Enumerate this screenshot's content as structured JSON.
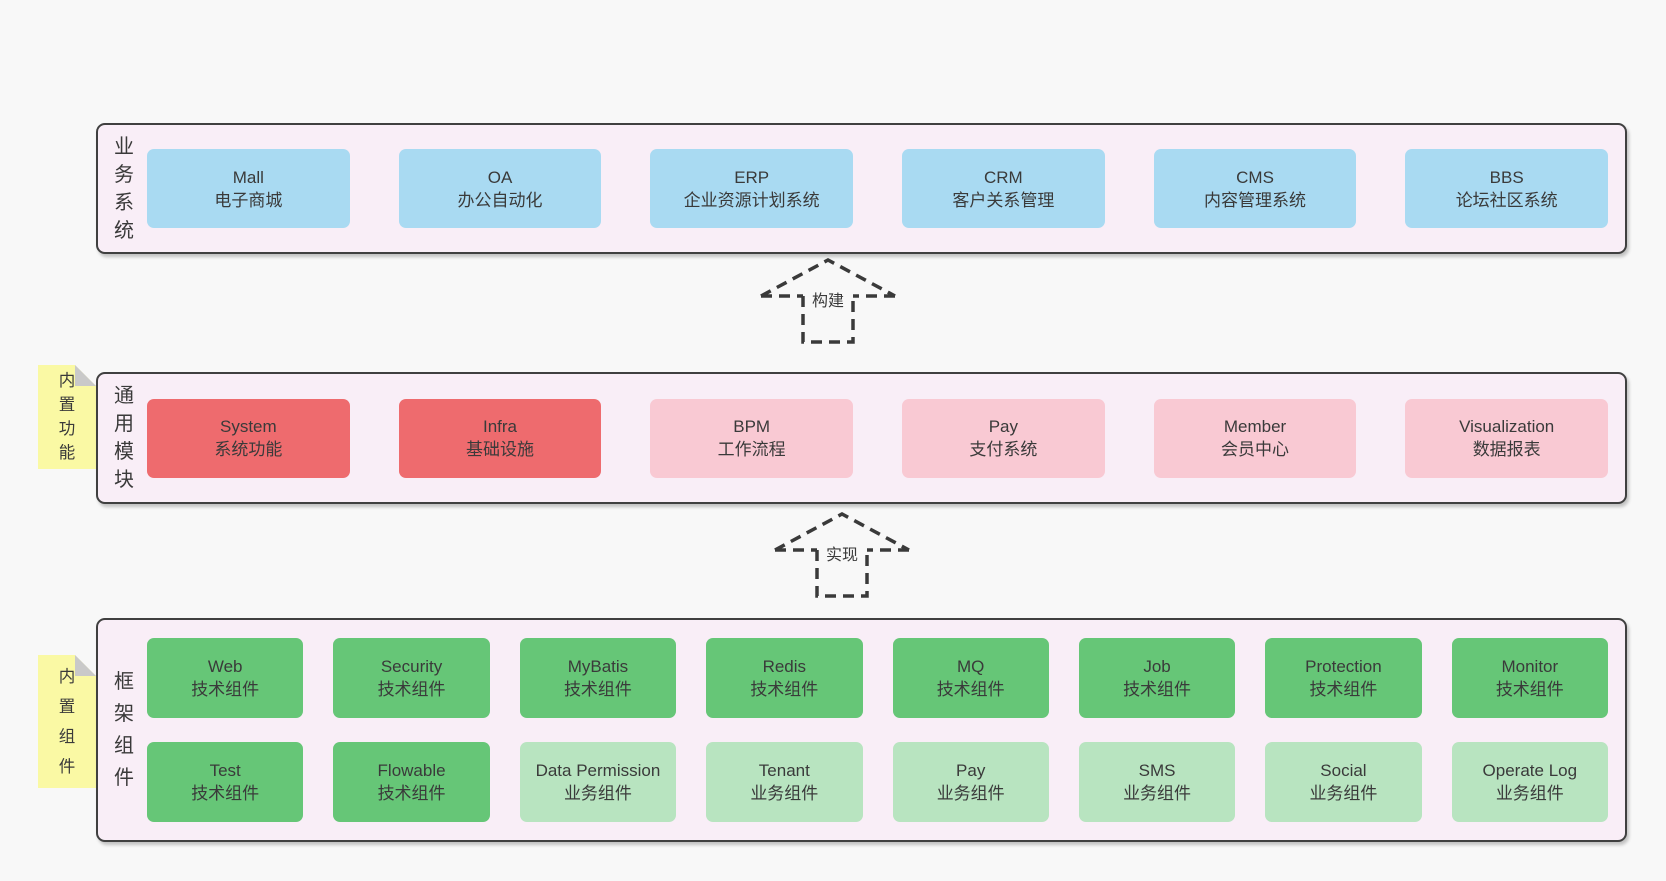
{
  "colors": {
    "page_bg": "#f8f8f8",
    "panel_bg": "#f9eef7",
    "panel_border": "#404040",
    "blue": "#a9daf2",
    "red": "#ee6b6e",
    "pink": "#f9c9d3",
    "green": "#66c677",
    "light_green": "#b8e4c0",
    "sticky": "#faf9a4",
    "fold": "#c9c9c9",
    "text": "#3a3a3a"
  },
  "layers": [
    {
      "label": "业务系统",
      "sticky": null,
      "rows": [
        [
          {
            "name": "Mall",
            "desc": "电子商城",
            "variant": "blue"
          },
          {
            "name": "OA",
            "desc": "办公自动化",
            "variant": "blue"
          },
          {
            "name": "ERP",
            "desc": "企业资源计划系统",
            "variant": "blue"
          },
          {
            "name": "CRM",
            "desc": "客户关系管理",
            "variant": "blue"
          },
          {
            "name": "CMS",
            "desc": "内容管理系统",
            "variant": "blue"
          },
          {
            "name": "BBS",
            "desc": "论坛社区系统",
            "variant": "blue"
          }
        ]
      ]
    },
    {
      "label": "通用模块",
      "sticky": "内置功能",
      "rows": [
        [
          {
            "name": "System",
            "desc": "系统功能",
            "variant": "red"
          },
          {
            "name": "Infra",
            "desc": "基础设施",
            "variant": "red"
          },
          {
            "name": "BPM",
            "desc": "工作流程",
            "variant": "pink"
          },
          {
            "name": "Pay",
            "desc": "支付系统",
            "variant": "pink"
          },
          {
            "name": "Member",
            "desc": "会员中心",
            "variant": "pink"
          },
          {
            "name": "Visualization",
            "desc": "数据报表",
            "variant": "pink"
          }
        ]
      ]
    },
    {
      "label": "框架组件",
      "sticky": "内置组件",
      "rows": [
        [
          {
            "name": "Web",
            "desc": "技术组件",
            "variant": "green"
          },
          {
            "name": "Security",
            "desc": "技术组件",
            "variant": "green"
          },
          {
            "name": "MyBatis",
            "desc": "技术组件",
            "variant": "green"
          },
          {
            "name": "Redis",
            "desc": "技术组件",
            "variant": "green"
          },
          {
            "name": "MQ",
            "desc": "技术组件",
            "variant": "green"
          },
          {
            "name": "Job",
            "desc": "技术组件",
            "variant": "green"
          },
          {
            "name": "Protection",
            "desc": "技术组件",
            "variant": "green"
          },
          {
            "name": "Monitor",
            "desc": "技术组件",
            "variant": "green"
          }
        ],
        [
          {
            "name": "Test",
            "desc": "技术组件",
            "variant": "green"
          },
          {
            "name": "Flowable",
            "desc": "技术组件",
            "variant": "green"
          },
          {
            "name": "Data Permission",
            "desc": "业务组件",
            "variant": "light_green"
          },
          {
            "name": "Tenant",
            "desc": "业务组件",
            "variant": "light_green"
          },
          {
            "name": "Pay",
            "desc": "业务组件",
            "variant": "light_green"
          },
          {
            "name": "SMS",
            "desc": "业务组件",
            "variant": "light_green"
          },
          {
            "name": "Social",
            "desc": "业务组件",
            "variant": "light_green"
          },
          {
            "name": "Operate Log",
            "desc": "业务组件",
            "variant": "light_green"
          }
        ]
      ]
    }
  ],
  "arrows": [
    {
      "label": "构建"
    },
    {
      "label": "实现"
    }
  ]
}
